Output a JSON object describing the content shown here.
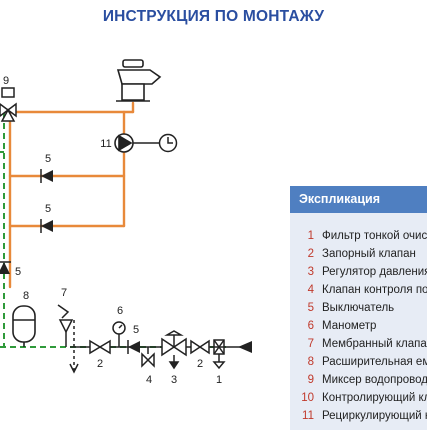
{
  "title": "ИНСТРУКЦИЯ ПО МОНТАЖУ",
  "diagram": {
    "labels": {
      "n9": "9",
      "n11": "11",
      "n5a": "5",
      "n5b": "5",
      "n5c": "5",
      "n8": "8",
      "n7": "7",
      "n6": "6",
      "n5d": "5",
      "n2a": "2",
      "n4": "4",
      "n3": "3",
      "n2b": "2",
      "n1": "1"
    },
    "colors": {
      "hot": "#e8893a",
      "cold": "#2f9a3a",
      "equipment": "#222222"
    }
  },
  "legend": {
    "header": "Экспликация",
    "items": [
      {
        "num": "1",
        "text": "Фильтр тонкой очистки"
      },
      {
        "num": "2",
        "text": "Запорный клапан"
      },
      {
        "num": "3",
        "text": "Регулятор давления"
      },
      {
        "num": "4",
        "text": "Клапан контроля потока"
      },
      {
        "num": "5",
        "text": "Выключатель"
      },
      {
        "num": "6",
        "text": "Манометр"
      },
      {
        "num": "7",
        "text": "Мембранный клапан"
      },
      {
        "num": "8",
        "text": "Расширительная емкость"
      },
      {
        "num": "9",
        "text": "Миксер водопровода"
      },
      {
        "num": "10",
        "text": "Контролирующий клапан"
      },
      {
        "num": "11",
        "text": "Рециркулирующий насос"
      }
    ]
  }
}
